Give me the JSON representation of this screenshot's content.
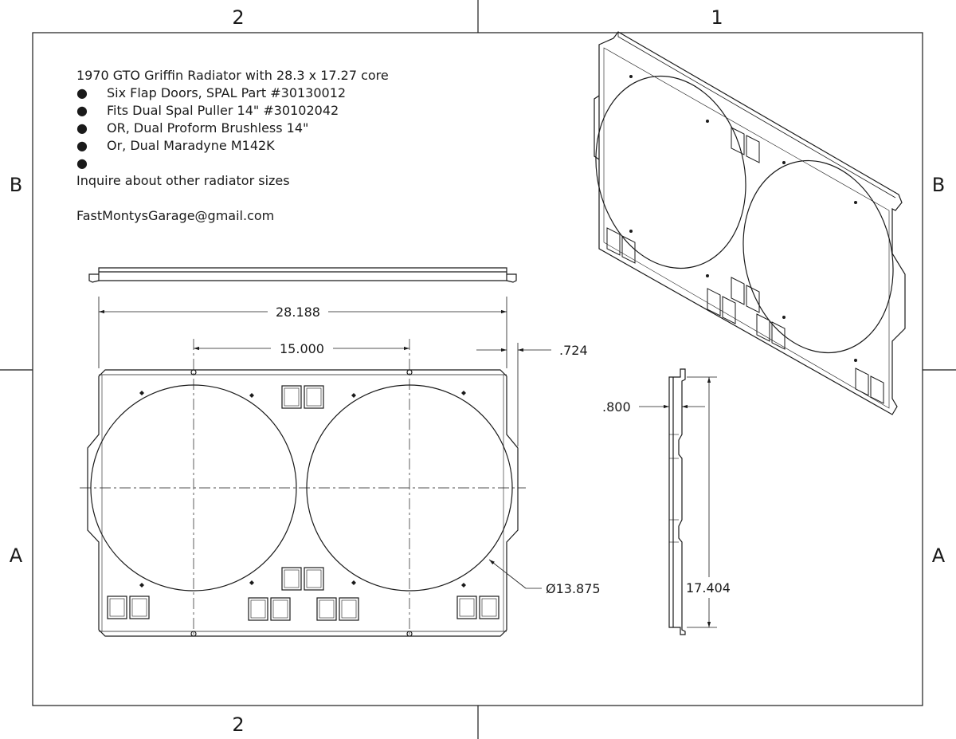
{
  "notes": {
    "title": "1970 GTO Griffin Radiator with 28.3 x 17.27 core",
    "bullet_char": "●",
    "bullets": [
      "Six Flap Doors, SPAL Part #30130012",
      "Fits Dual Spal Puller 14\" #30102042",
      "OR, Dual Proform Brushless 14\"",
      "Or, Dual Maradyne M142K",
      ""
    ],
    "inquire": "Inquire about other radiator sizes",
    "email": "FastMontysGarage@gmail.com"
  },
  "zones": {
    "col_left": "2",
    "col_right": "1",
    "row_upper": "B",
    "row_lower": "A"
  },
  "dimensions": {
    "overall_width": "28.188",
    "fan_spacing": "15.000",
    "side_tab": ".724",
    "fan_diameter": "Ø13.875",
    "flange_depth": ".800",
    "overall_height": "17.404"
  },
  "colors": {
    "line": "#1a1a1a",
    "background": "#ffffff"
  }
}
